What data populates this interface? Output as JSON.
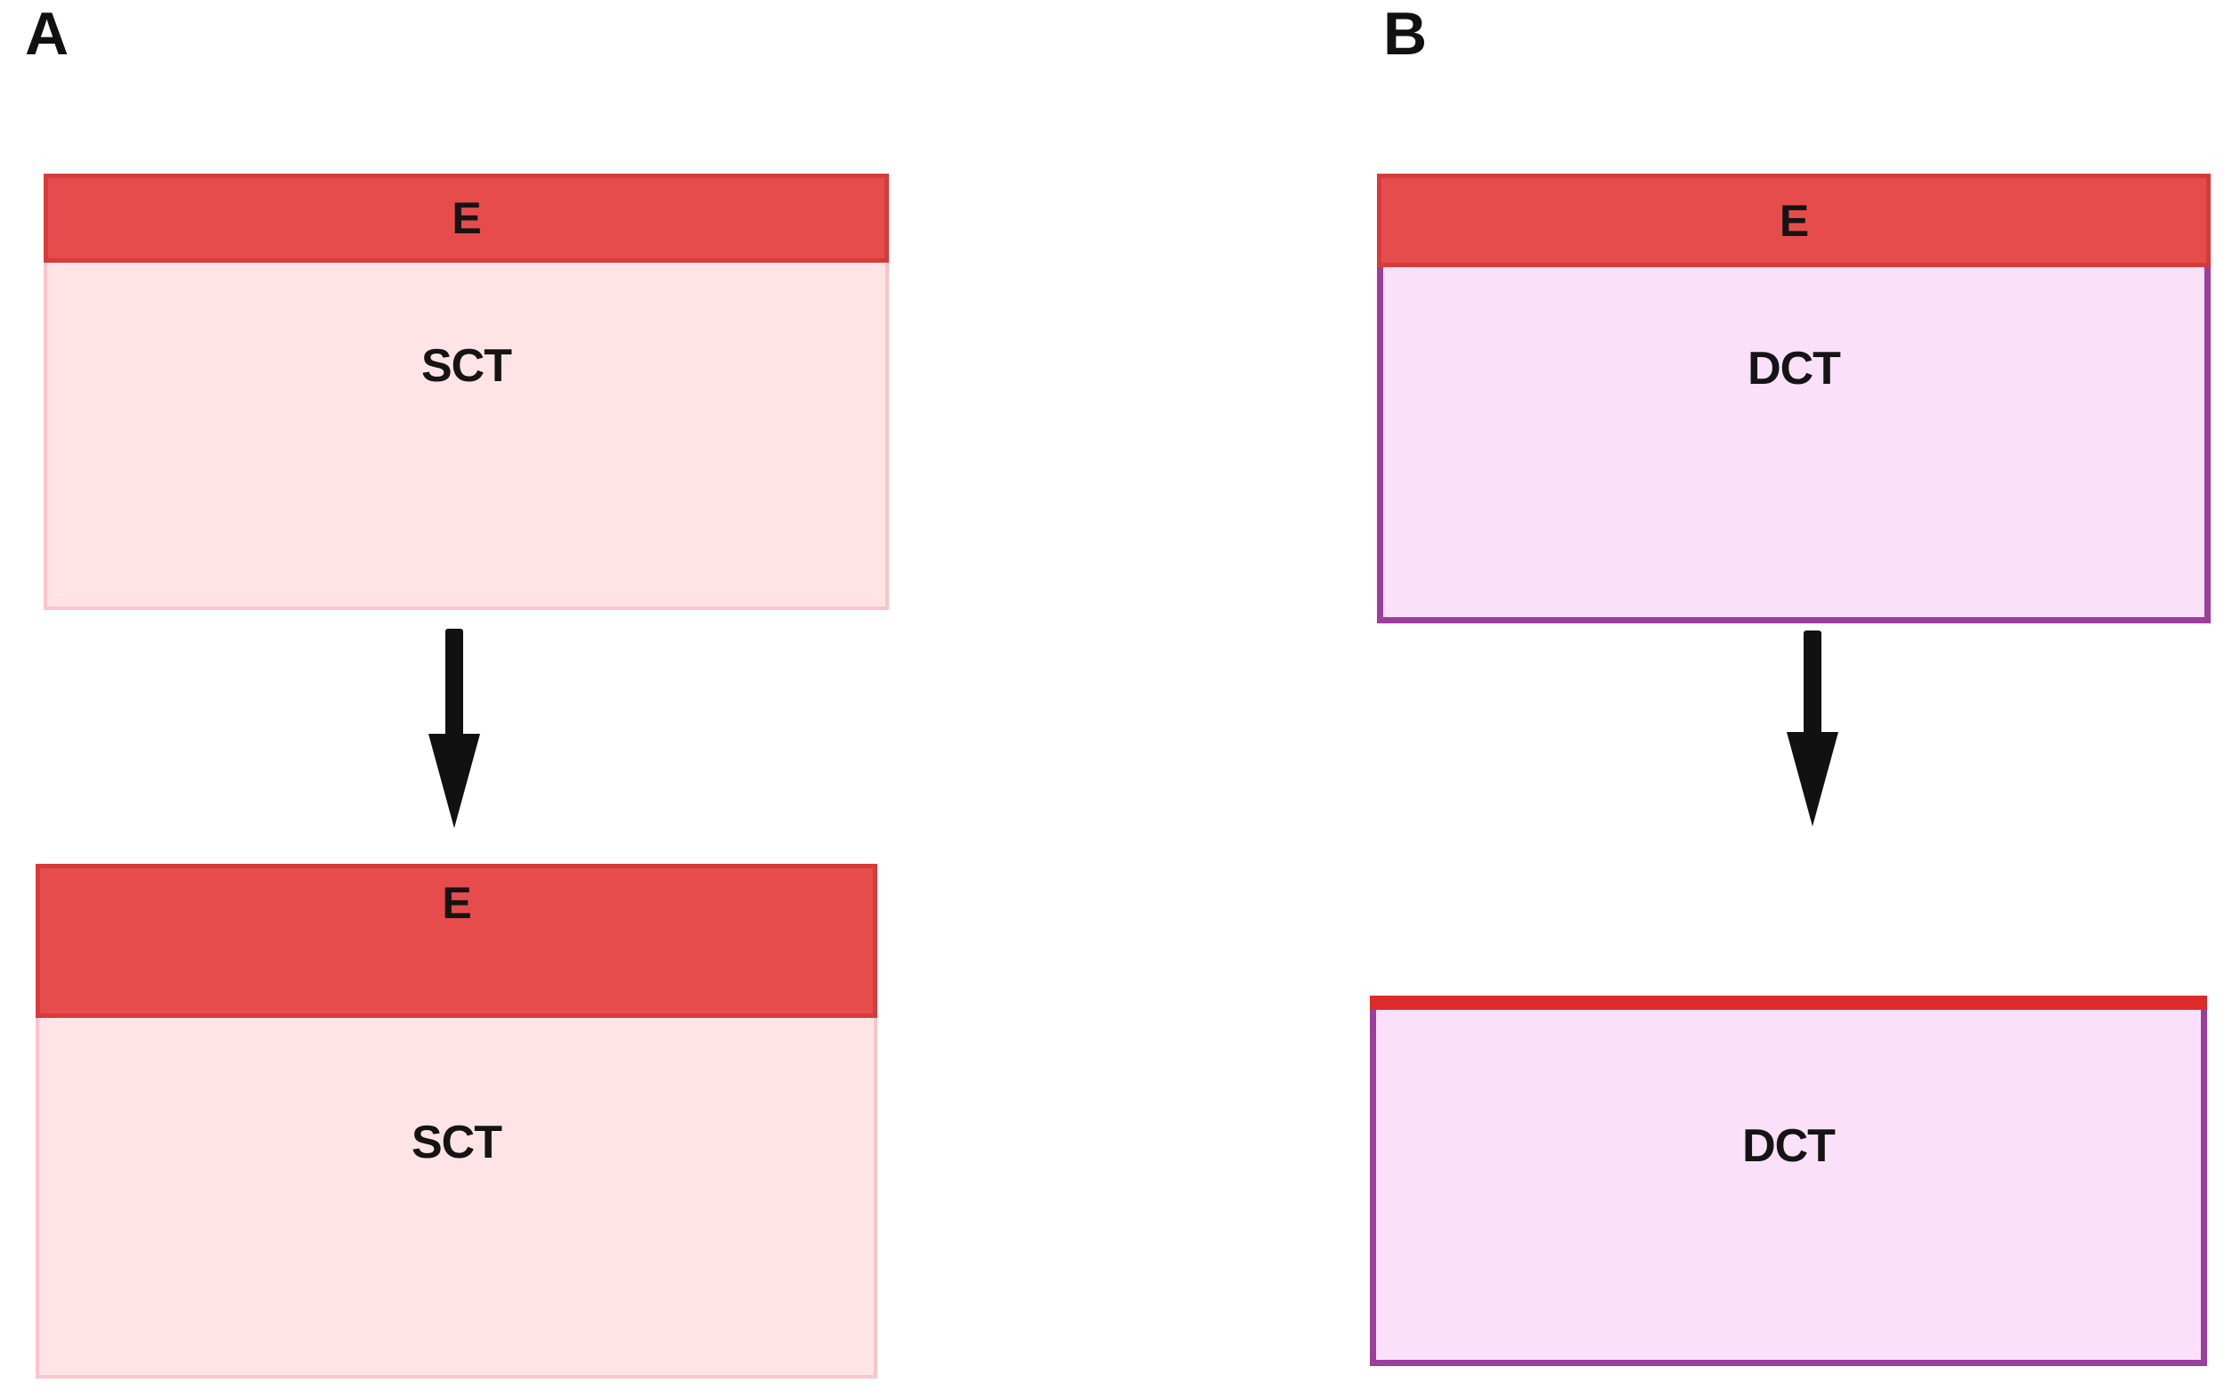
{
  "figure": {
    "type": "two-panel-diagram",
    "panels": {
      "a": {
        "label": "A",
        "top_box": {
          "header_label": "E",
          "body_label": "SCT"
        },
        "bottom_box": {
          "header_label": "E",
          "body_label": "SCT"
        },
        "arrow": "down-arrow"
      },
      "b": {
        "label": "B",
        "top_box": {
          "header_label": "E",
          "body_label": "DCT"
        },
        "bottom_box": {
          "body_label": "DCT"
        },
        "arrow": "down-arrow"
      }
    },
    "colors": {
      "header_fill": "#e74c4c",
      "header_border": "#d63a3a",
      "sct_fill": "#ffe4e7",
      "sct_border": "#f9c5ca",
      "dct_fill": "#fae0f8",
      "dct_border": "#9c3e9c",
      "red_strip": "#dd2b2b",
      "arrow": "#111111"
    }
  }
}
